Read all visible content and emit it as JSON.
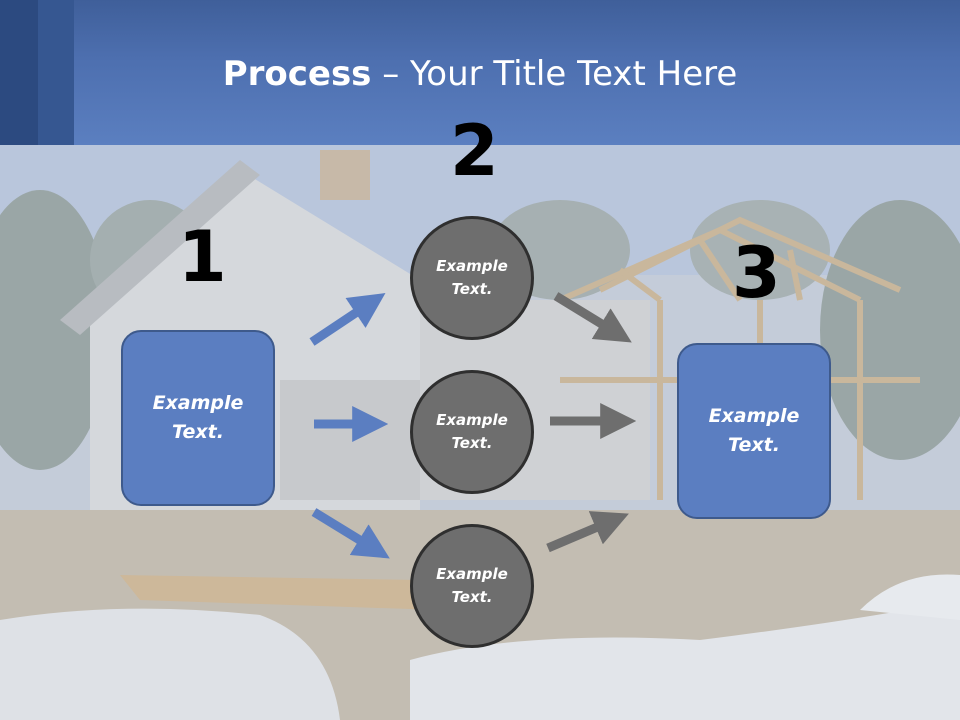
{
  "title": {
    "bold": "Process",
    "rest": " – Your Title Text Here"
  },
  "steps": {
    "one": {
      "number": "1",
      "text": "Example Text."
    },
    "two": {
      "number": "2",
      "circles": [
        "Example Text.",
        "Example Text.",
        "Example Text."
      ]
    },
    "three": {
      "number": "3",
      "text": "Example Text."
    }
  },
  "colors": {
    "header": "#5b7fc0",
    "box": "#5b7ec1",
    "circle": "#6e6e6e",
    "arrow_blue": "#5b7ec1",
    "arrow_gray": "#6e6e6e"
  }
}
